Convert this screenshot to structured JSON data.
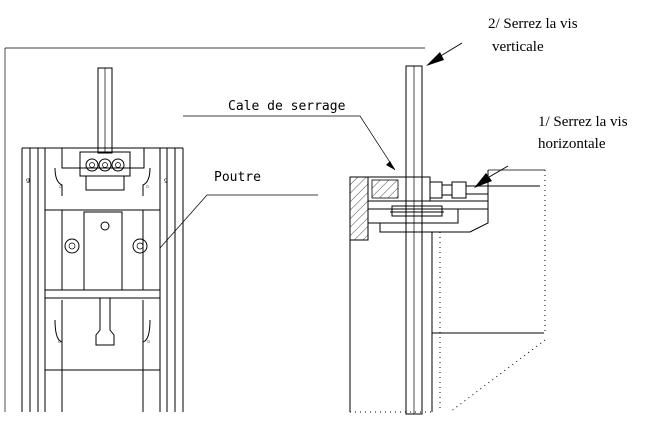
{
  "labels": {
    "step2_line1": "2/ Serrez la vis",
    "step2_line2": "verticale",
    "step1_line1": "1/ Serrez la vis",
    "step1_line2": "horizontale",
    "clamp_wedge": "Cale de serrage",
    "beam": "Poutre"
  }
}
